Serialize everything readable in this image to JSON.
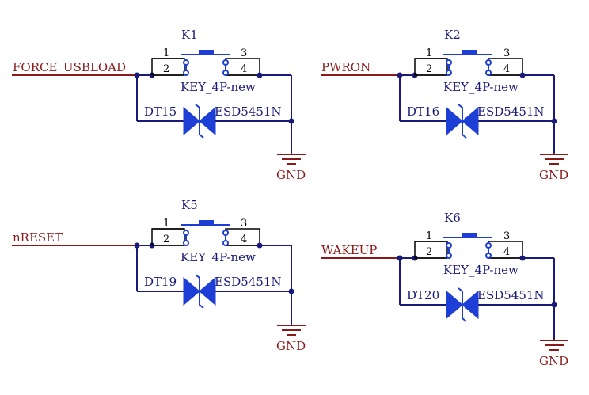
{
  "colors": {
    "net_label": "#8a1a1a",
    "wire": "#1a1a7a",
    "component": "#1e3fd6",
    "pin_box": "#000000"
  },
  "circuits": [
    {
      "key_ref": "K1",
      "key_value": "KEY_4P-new",
      "pins": [
        "1",
        "2",
        "3",
        "4"
      ],
      "net": "FORCE_USBLOAD",
      "diode_ref": "DT15",
      "diode_value": "ESD5451N",
      "gnd": "GND"
    },
    {
      "key_ref": "K2",
      "key_value": "KEY_4P-new",
      "pins": [
        "1",
        "2",
        "3",
        "4"
      ],
      "net": "PWRON",
      "diode_ref": "DT16",
      "diode_value": "ESD5451N",
      "gnd": "GND"
    },
    {
      "key_ref": "K5",
      "key_value": "KEY_4P-new",
      "pins": [
        "1",
        "2",
        "3",
        "4"
      ],
      "net": "nRESET",
      "diode_ref": "DT19",
      "diode_value": "ESD5451N",
      "gnd": "GND"
    },
    {
      "key_ref": "K6",
      "key_value": "KEY_4P-new",
      "pins": [
        "1",
        "2",
        "3",
        "4"
      ],
      "net": "WAKEUP",
      "diode_ref": "DT20",
      "diode_value": "ESD5451N",
      "gnd": "GND"
    }
  ]
}
